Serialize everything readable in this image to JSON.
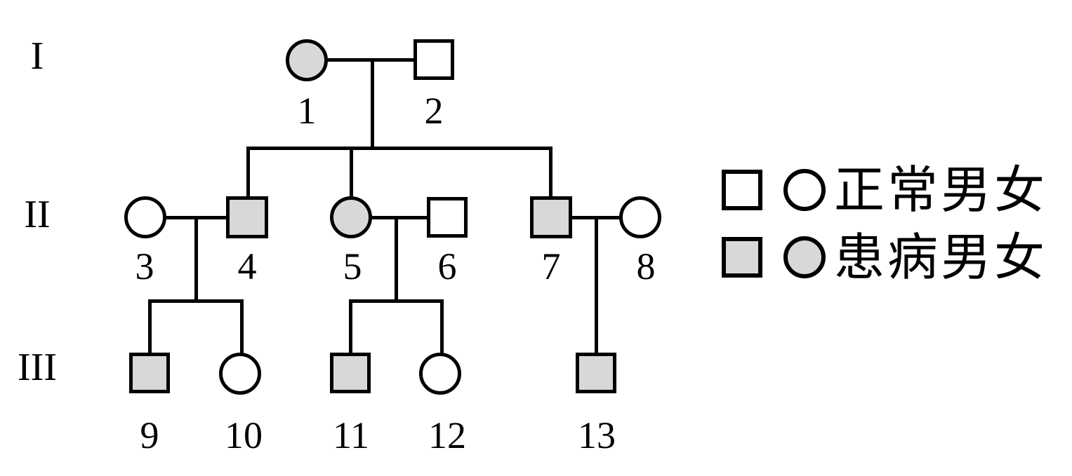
{
  "diagram": {
    "type": "pedigree-chart",
    "title": "",
    "colors": {
      "affected_fill": "#d8d8d8",
      "unaffected_fill": "#ffffff",
      "stroke": "#000000",
      "background": "#ffffff"
    },
    "generations": [
      {
        "label": "I"
      },
      {
        "label": "II"
      },
      {
        "label": "III"
      }
    ],
    "individuals": [
      {
        "id": "1",
        "sex": "female",
        "shape": "circle",
        "affected": true,
        "generation": "I"
      },
      {
        "id": "2",
        "sex": "male",
        "shape": "square",
        "affected": false,
        "generation": "I"
      },
      {
        "id": "3",
        "sex": "female",
        "shape": "circle",
        "affected": false,
        "generation": "II"
      },
      {
        "id": "4",
        "sex": "male",
        "shape": "square",
        "affected": true,
        "generation": "II"
      },
      {
        "id": "5",
        "sex": "female",
        "shape": "circle",
        "affected": true,
        "generation": "II"
      },
      {
        "id": "6",
        "sex": "male",
        "shape": "square",
        "affected": false,
        "generation": "II"
      },
      {
        "id": "7",
        "sex": "male",
        "shape": "square",
        "affected": true,
        "generation": "II"
      },
      {
        "id": "8",
        "sex": "female",
        "shape": "circle",
        "affected": false,
        "generation": "II"
      },
      {
        "id": "9",
        "sex": "male",
        "shape": "square",
        "affected": true,
        "generation": "III"
      },
      {
        "id": "10",
        "sex": "female",
        "shape": "circle",
        "affected": false,
        "generation": "III"
      },
      {
        "id": "11",
        "sex": "male",
        "shape": "square",
        "affected": true,
        "generation": "III"
      },
      {
        "id": "12",
        "sex": "female",
        "shape": "circle",
        "affected": false,
        "generation": "III"
      },
      {
        "id": "13",
        "sex": "male",
        "shape": "square",
        "affected": true,
        "generation": "III"
      }
    ],
    "matings": [
      {
        "partners": [
          "1",
          "2"
        ],
        "children": [
          "4",
          "5",
          "7"
        ]
      },
      {
        "partners": [
          "3",
          "4"
        ],
        "children": [
          "9",
          "10"
        ]
      },
      {
        "partners": [
          "5",
          "6"
        ],
        "children": [
          "11",
          "12"
        ]
      },
      {
        "partners": [
          "7",
          "8"
        ],
        "children": [
          "13"
        ]
      }
    ]
  },
  "legend": {
    "rows": [
      {
        "square_affected": false,
        "circle_affected": false,
        "text": "正常男女"
      },
      {
        "square_affected": true,
        "circle_affected": true,
        "text": "患病男女"
      }
    ]
  }
}
